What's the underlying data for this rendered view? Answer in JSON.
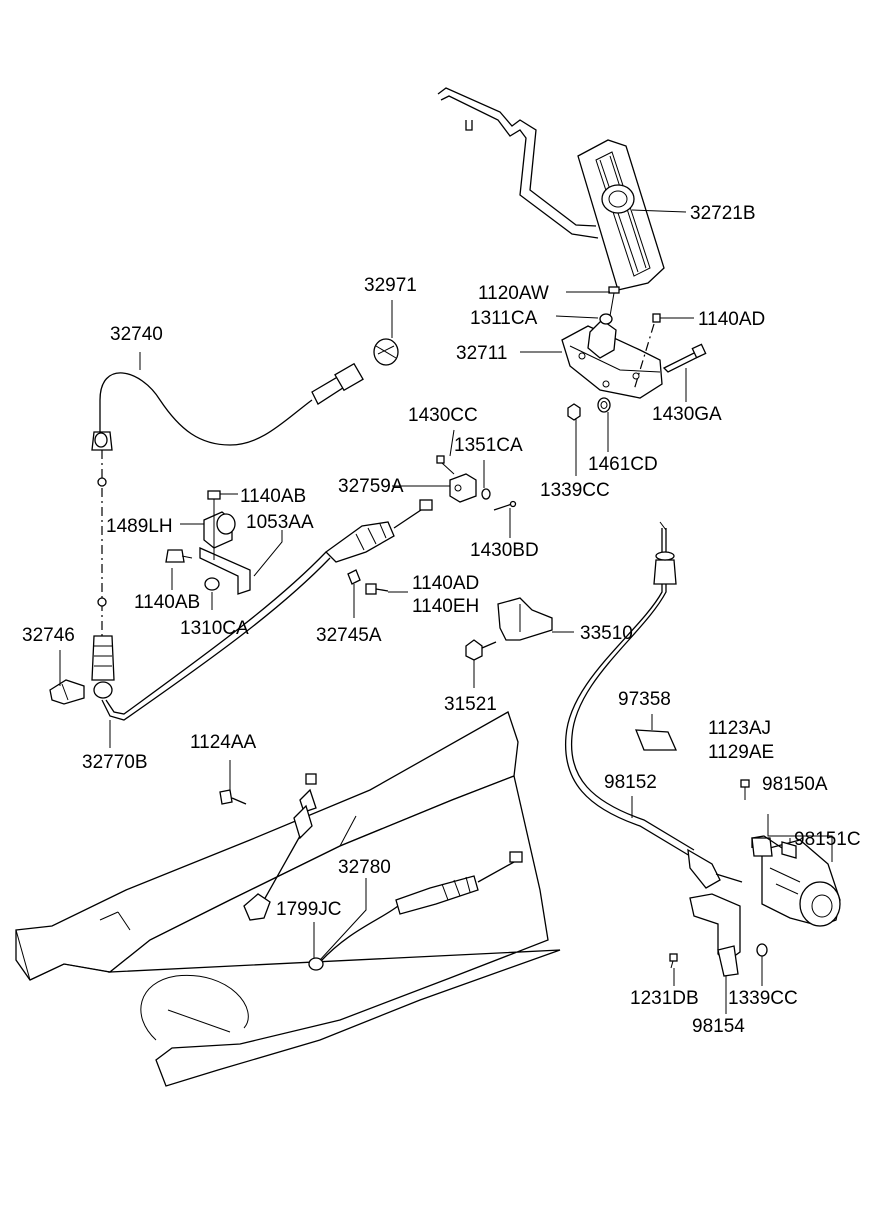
{
  "diagram": {
    "type": "exploded-parts-diagram",
    "labels": {
      "p32721B": "32721B",
      "p1120AW": "1120AW",
      "p1311CA": "1311CA",
      "p1140AD_top": "1140AD",
      "p32711": "32711",
      "p1430GA": "1430GA",
      "p1339CC_top": "1339CC",
      "p1461CD": "1461CD",
      "p32971": "32971",
      "p32740": "32740",
      "p1430CC": "1430CC",
      "p1351CA": "1351CA",
      "p32759A": "32759A",
      "p1140AB_top": "1140AB",
      "p1489LH": "1489LH",
      "p1053AA": "1053AA",
      "p1430BD": "1430BD",
      "p1140AB_bot": "1140AB",
      "p1310CA": "1310CA",
      "p1140AD_mid": "1140AD",
      "p1140EH": "1140EH",
      "p32746": "32746",
      "p32745A": "32745A",
      "p33510": "33510",
      "p31521": "31521",
      "p32770B": "32770B",
      "p97358": "97358",
      "p1123AJ": "1123AJ",
      "p1129AE": "1129AE",
      "p1124AA": "1124AA",
      "p98152": "98152",
      "p98150A": "98150A",
      "p98151C": "98151C",
      "p32780": "32780",
      "p1799JC": "1799JC",
      "p1231DB": "1231DB",
      "p1339CC_bot": "1339CC",
      "p98154": "98154"
    }
  }
}
